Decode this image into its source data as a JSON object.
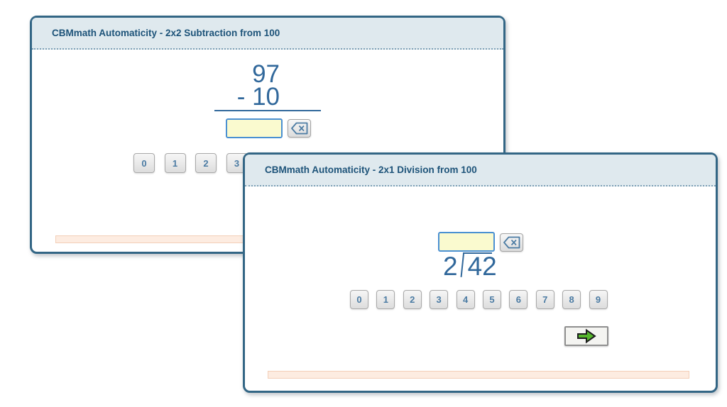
{
  "subtraction_window": {
    "title": "CBMmath Automaticity - 2x2 Subtraction from 100",
    "problem": {
      "minuend": "97",
      "subtrahend": "- 10"
    },
    "answer_input": {
      "value": ""
    },
    "keypad": [
      "0",
      "1",
      "2",
      "3"
    ],
    "icons": {
      "backspace": "backspace-x-icon"
    }
  },
  "division_window": {
    "title": "CBMmath Automaticity - 2x1 Division from 100",
    "problem": {
      "divisor": "2",
      "dividend": "42"
    },
    "answer_input": {
      "value": ""
    },
    "keypad": [
      "0",
      "1",
      "2",
      "3",
      "4",
      "5",
      "6",
      "7",
      "8",
      "9"
    ],
    "icons": {
      "backspace": "backspace-x-icon",
      "next": "green-arrow-right-icon"
    }
  },
  "colors": {
    "window_border": "#336685",
    "header_bg": "#dfe9ee",
    "title_text": "#1d5379",
    "number_text": "#31689b",
    "input_bg": "#fafacf",
    "input_border": "#4a90d2",
    "keypad_text": "#4b7ba3",
    "progress_fill": "#fdece1",
    "progress_border": "#f3cfb8",
    "arrow_green": "#55b72b"
  }
}
